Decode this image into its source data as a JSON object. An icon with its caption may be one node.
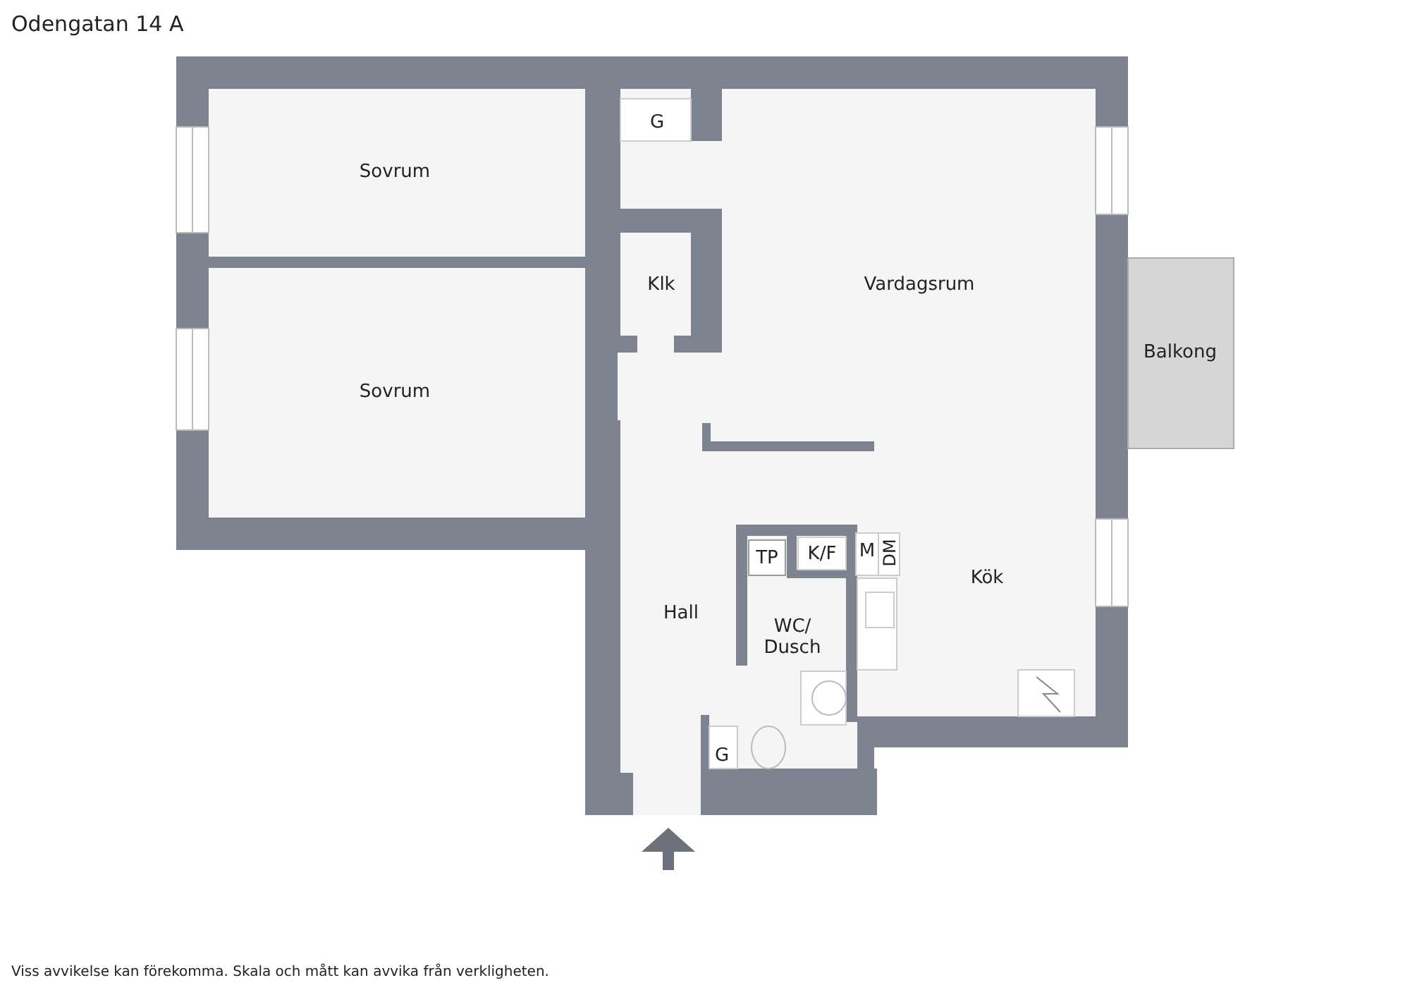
{
  "diagram": {
    "title": "Odengatan 14 A",
    "caption": "Viss avvikelse kan förekomma. Skala och mått kan avvika från verkligheten.",
    "labels": [
      "G",
      "Sovrum",
      "Klk",
      "Vardagsrum",
      "Balkong",
      "Sovrum",
      "TP",
      "K/F",
      "M",
      "DM",
      "Hall",
      "Kök",
      "WC/ Dusch",
      "G"
    ]
  }
}
